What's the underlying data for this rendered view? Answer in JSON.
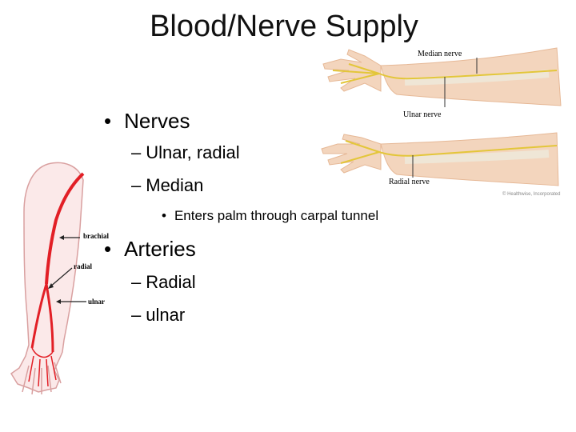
{
  "slide": {
    "title": "Blood/Nerve Supply",
    "bullets": [
      {
        "label": "Nerves",
        "sub": [
          {
            "label": "Ulnar, radial"
          },
          {
            "label": "Median",
            "sub": [
              {
                "label": "Enters palm through carpal tunnel"
              }
            ]
          }
        ]
      },
      {
        "label": "Arteries",
        "sub": [
          {
            "label": "Radial"
          },
          {
            "label": "ulnar"
          }
        ]
      }
    ],
    "bullet_char": "•",
    "dash_char": "–",
    "sub_bullet_char": "•"
  },
  "nerve_figure": {
    "labels": {
      "median": "Median nerve",
      "ulnar": "Ulnar nerve",
      "radial": "Radial nerve"
    },
    "credit": "© Healthwise, Incorporated"
  },
  "artery_figure": {
    "labels": {
      "brachial": "brachial",
      "radial": "radial",
      "ulnar": "ulnar"
    }
  },
  "colors": {
    "artery": "#e21f26",
    "skin": "#f3d5bd",
    "skin_shadow": "#e6b896",
    "nerve": "#e3c63a",
    "arm_outline": "#d9a0a0",
    "arm_fill": "#fbe9e9"
  }
}
